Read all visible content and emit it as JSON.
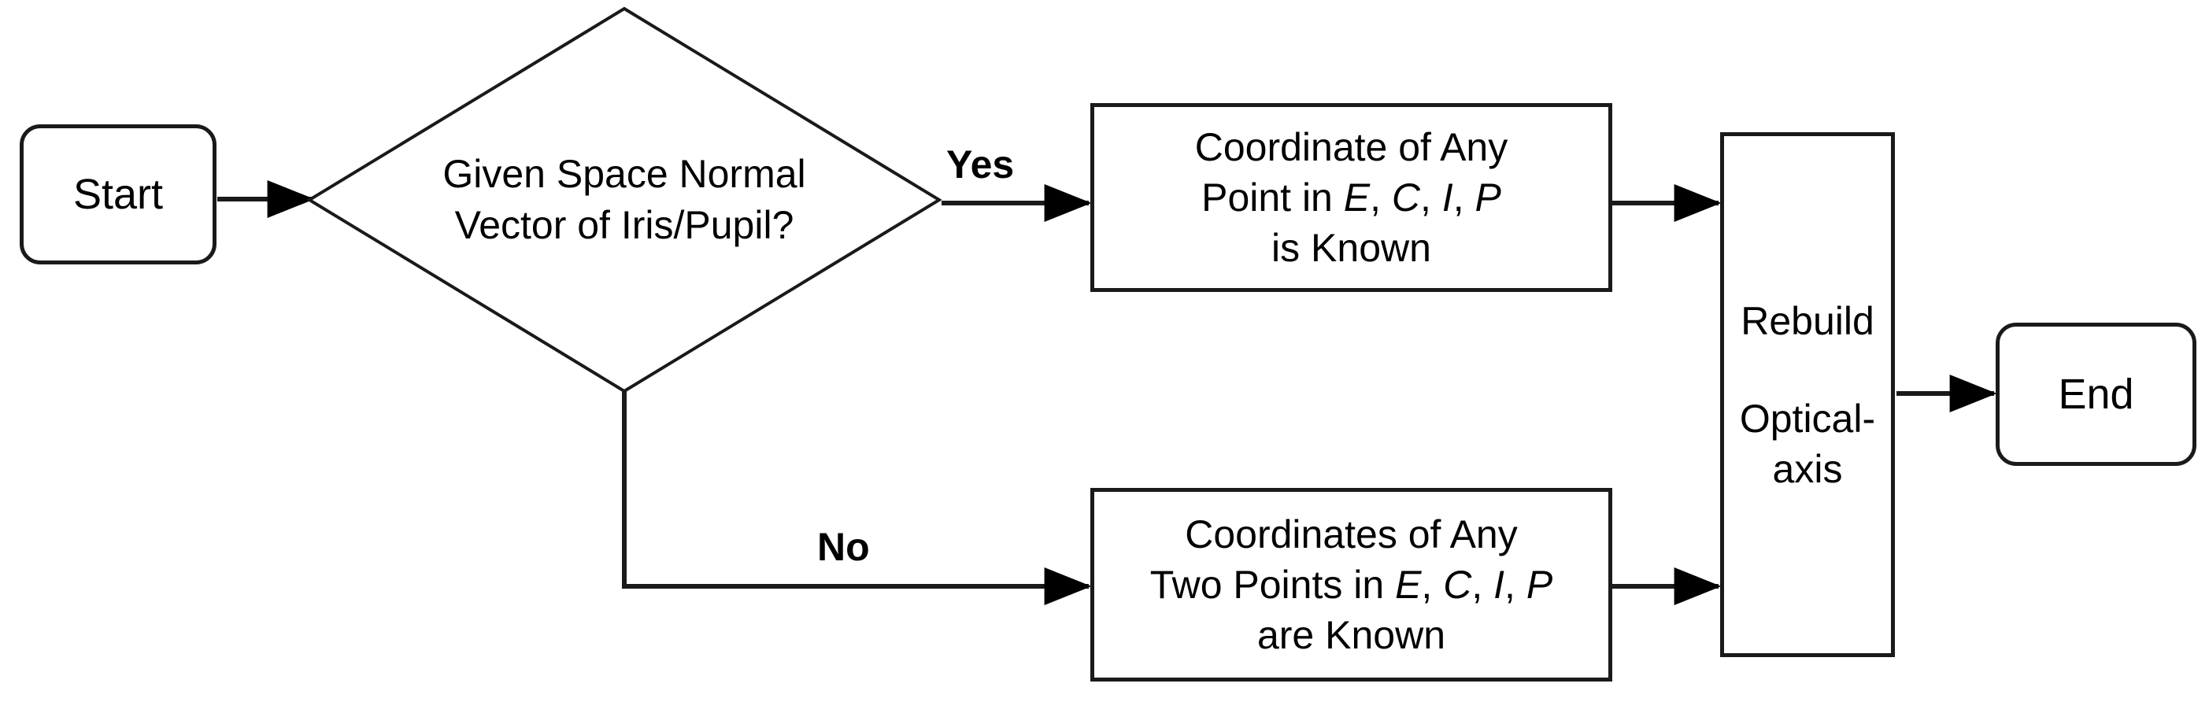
{
  "diagram": {
    "type": "flowchart",
    "orientation": "left-to-right",
    "background_color": "#ffffff",
    "stroke_color": "#1a1a1a",
    "text_color": "#000000",
    "nodes": {
      "start": {
        "label": "Start",
        "shape": "rounded-terminator"
      },
      "decision": {
        "line1": "Given Space Normal",
        "line2": "Vector of Iris/Pupil?",
        "shape": "diamond"
      },
      "yes_process": {
        "line1": "Coordinate of Any",
        "line2_pre": "Point in ",
        "line2_e": "E",
        "line2_sep1": ", ",
        "line2_c": "C",
        "line2_sep2": ", ",
        "line2_i": "I",
        "line2_sep3": ", ",
        "line2_p": "P",
        "line3": "is Known",
        "shape": "rectangle"
      },
      "no_process": {
        "line1": "Coordinates of Any",
        "line2_pre": "Two Points in ",
        "line2_e": "E",
        "line2_sep1": ", ",
        "line2_c": "C",
        "line2_sep2": ", ",
        "line2_i": "I",
        "line2_sep3": ", ",
        "line2_p": "P",
        "line3": "are Known",
        "shape": "rectangle"
      },
      "rebuild": {
        "line1": "Rebuild",
        "line2": "Optical-",
        "line3": "axis",
        "shape": "rectangle"
      },
      "end": {
        "label": "End",
        "shape": "rounded-terminator"
      }
    },
    "edge_labels": {
      "yes": "Yes",
      "no": "No"
    }
  }
}
